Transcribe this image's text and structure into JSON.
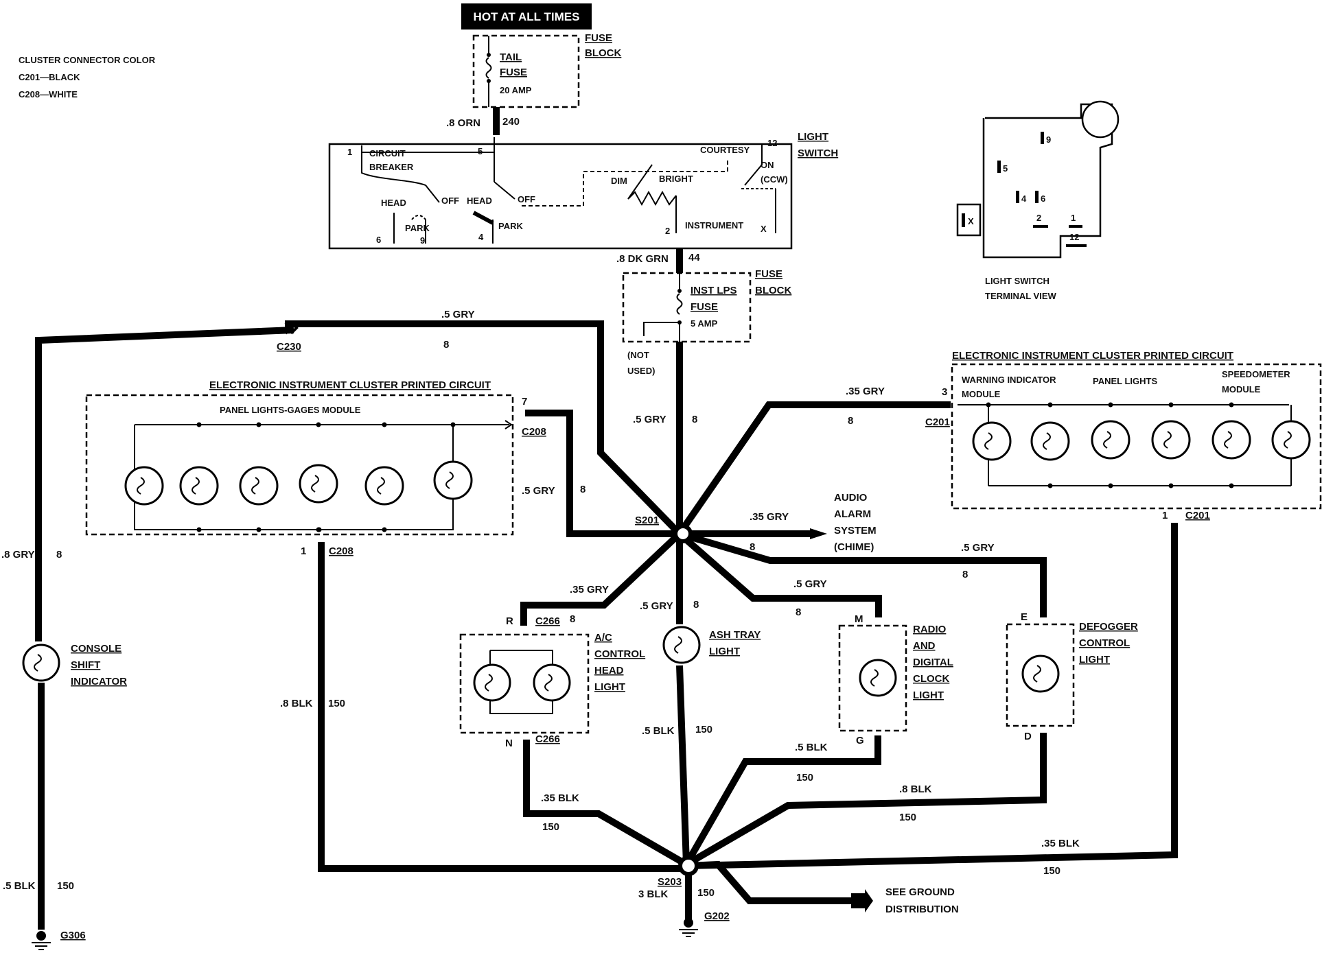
{
  "legend": {
    "title": "CLUSTER CONNECTOR COLOR",
    "c201": "C201—BLACK",
    "c208": "C208—WHITE"
  },
  "hot_banner": "HOT AT ALL TIMES",
  "fuse_block_1": {
    "label1": "FUSE",
    "label2": "BLOCK",
    "fuse1": "TAIL",
    "fuse2": "FUSE",
    "rating": "20 AMP"
  },
  "wire_240": {
    "size": ".8 ORN",
    "circuit": "240"
  },
  "light_switch": {
    "label1": "LIGHT",
    "label2": "SWITCH",
    "t1": "1",
    "t5": "5",
    "t12": "12",
    "t6": "6",
    "t9": "9",
    "t4": "4",
    "t2": "2",
    "tx": "X",
    "circuit": "CIRCUIT",
    "breaker": "BREAKER",
    "head1": "HEAD",
    "park1": "PARK",
    "off1": "OFF",
    "head2": "HEAD",
    "off2": "OFF",
    "park2": "PARK",
    "dim": "DIM",
    "bright": "BRIGHT",
    "instrument": "INSTRUMENT",
    "courtesy": "COURTESY",
    "on": "ON",
    "ccw": "(CCW)"
  },
  "wire_44": {
    "size": ".8 DK GRN",
    "circuit": "44"
  },
  "fuse_block_2": {
    "label1": "FUSE",
    "label2": "BLOCK",
    "fuse1": "INST LPS",
    "fuse2": "FUSE",
    "rating": "5 AMP",
    "not_used1": "(NOT",
    "not_used2": "USED)"
  },
  "terminal_view": {
    "caption1": "LIGHT SWITCH",
    "caption2": "TERMINAL VIEW",
    "t9": "9",
    "t5": "5",
    "t4": "4",
    "t6": "6",
    "t2": "2",
    "t1": "1",
    "t12": "12",
    "tx": "X"
  },
  "left_cluster": {
    "title": "ELECTRONIC INSTRUMENT CLUSTER PRINTED CIRCUIT",
    "module": "PANEL LIGHTS-GAGES MODULE",
    "pin_top": "7",
    "conn_top": "C208",
    "pin_bot": "1",
    "conn_bot": "C208"
  },
  "right_cluster": {
    "title": "ELECTRONIC INSTRUMENT CLUSTER PRINTED CIRCUIT",
    "warn1": "WARNING INDICATOR",
    "warn2": "MODULE",
    "panel": "PANEL LIGHTS",
    "speedo1": "SPEEDOMETER",
    "speedo2": "MODULE",
    "pin_top": "3",
    "conn_top": "C201",
    "pin_bot": "1",
    "conn_bot": "C201"
  },
  "wires": {
    "c230_size": ".5 GRY",
    "c230_circ": "8",
    "c230": "C230",
    "left_vert_size": ".8 GRY",
    "left_vert_circ": "8",
    "main_size": ".5 GRY",
    "main_circ": "8",
    "c208_size": ".5 GRY",
    "c208_circ": "8",
    "c201_size": ".35 GRY",
    "c201_circ": "8",
    "chime_size": ".35 GRY",
    "chime_circ": "8",
    "defog_size": ".5 GRY",
    "defog_circ": "8",
    "radio_size": ".5 GRY",
    "radio_circ": "8",
    "ac_size": ".35 GRY",
    "ac_circ": "8",
    "ash_size": ".5 GRY",
    "ash_circ": "8",
    "left_gnd_size": ".8 BLK",
    "left_gnd_circ": "150",
    "ash_gnd_size": ".5 BLK",
    "ash_gnd_circ": "150",
    "ac_gnd_size": ".35 BLK",
    "ac_gnd_circ": "150",
    "radio_gnd_size": ".5 BLK",
    "radio_gnd_circ": "150",
    "defog_gnd_size": ".8 BLK",
    "defog_gnd_circ": "150",
    "right_gnd_size": ".35 BLK",
    "right_gnd_circ": "150",
    "console_gnd_size": ".5 BLK",
    "console_gnd_circ": "150",
    "g202_size": "3 BLK",
    "g202_circ": "150"
  },
  "splices": {
    "s201": "S201",
    "s203": "S203"
  },
  "grounds": {
    "g306": "G306",
    "g202": "G202"
  },
  "chime": {
    "l1": "AUDIO",
    "l2": "ALARM",
    "l3": "SYSTEM",
    "l4": "(CHIME)"
  },
  "ground_dist": {
    "l1": "SEE GROUND",
    "l2": "DISTRIBUTION"
  },
  "console": {
    "l1": "CONSOLE",
    "l2": "SHIFT",
    "l3": "INDICATOR"
  },
  "ac": {
    "l1": "A/C",
    "l2": "CONTROL",
    "l3": "HEAD",
    "l4": "LIGHT",
    "pin_r": "R",
    "conn_top": "C266",
    "pin_n": "N",
    "conn_bot": "C266"
  },
  "ash": {
    "l1": "ASH TRAY",
    "l2": "LIGHT"
  },
  "radio": {
    "l1": "RADIO",
    "l2": "AND",
    "l3": "DIGITAL",
    "l4": "CLOCK",
    "l5": "LIGHT",
    "pin_m": "M",
    "pin_g": "G"
  },
  "defog": {
    "l1": "DEFOGGER",
    "l2": "CONTROL",
    "l3": "LIGHT",
    "pin_e": "E",
    "pin_d": "D"
  }
}
